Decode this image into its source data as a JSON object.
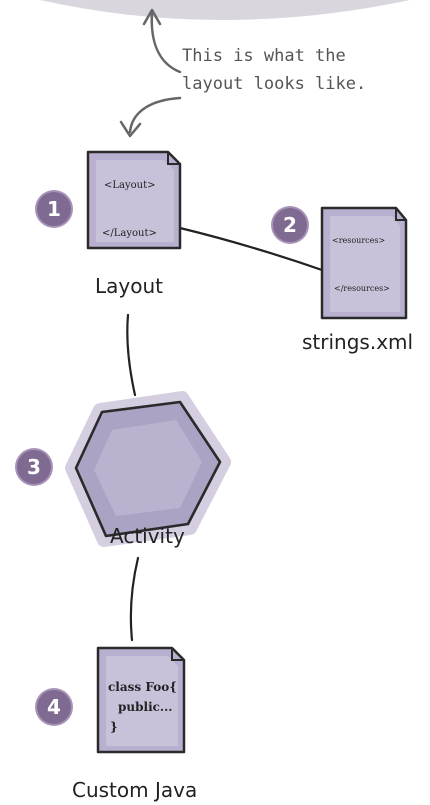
{
  "annotation": {
    "line1": "This is what the",
    "line2": "layout looks like."
  },
  "nodes": {
    "layout": {
      "badge": "1",
      "label": "Layout",
      "doc_open": "<Layout>",
      "doc_close": "</Layout>"
    },
    "strings": {
      "badge": "2",
      "label": "strings.xml",
      "doc_open": "<resources>",
      "doc_close": "</resources>"
    },
    "activity": {
      "badge": "3",
      "label": "Activity"
    },
    "custom_java": {
      "badge": "4",
      "label": "Custom Java",
      "code_line1": "class Foo{",
      "code_line2": "public...",
      "code_line3": "}"
    }
  },
  "colors": {
    "doc_fill": "#b9b0cf",
    "doc_stroke": "#2a2a2a",
    "badge": "#7f6a92",
    "hexagon_fill": "#aaa3c4",
    "connector": "#222222",
    "annotation_arrow": "#666666"
  }
}
